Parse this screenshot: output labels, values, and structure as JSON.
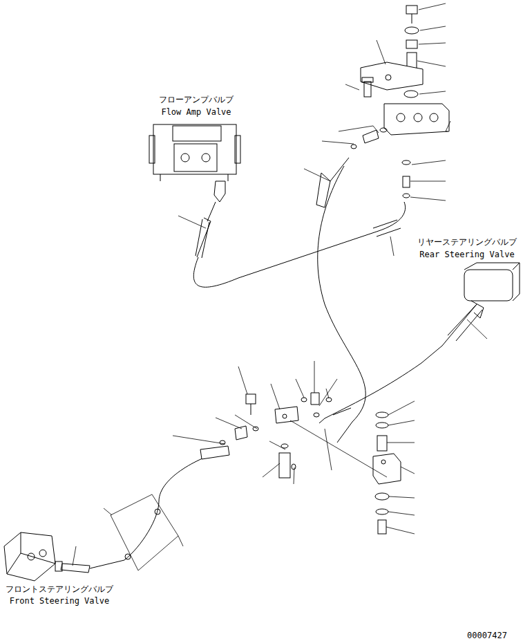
{
  "diagram": {
    "labels": [
      "フローアンプバルブ",
      "Flow Amp Valve",
      "リヤーステアリングバルブ",
      "Rear Steering Valve",
      "フロントステアリングバルブ",
      "Front Steering Valve",
      "00007427"
    ]
  }
}
